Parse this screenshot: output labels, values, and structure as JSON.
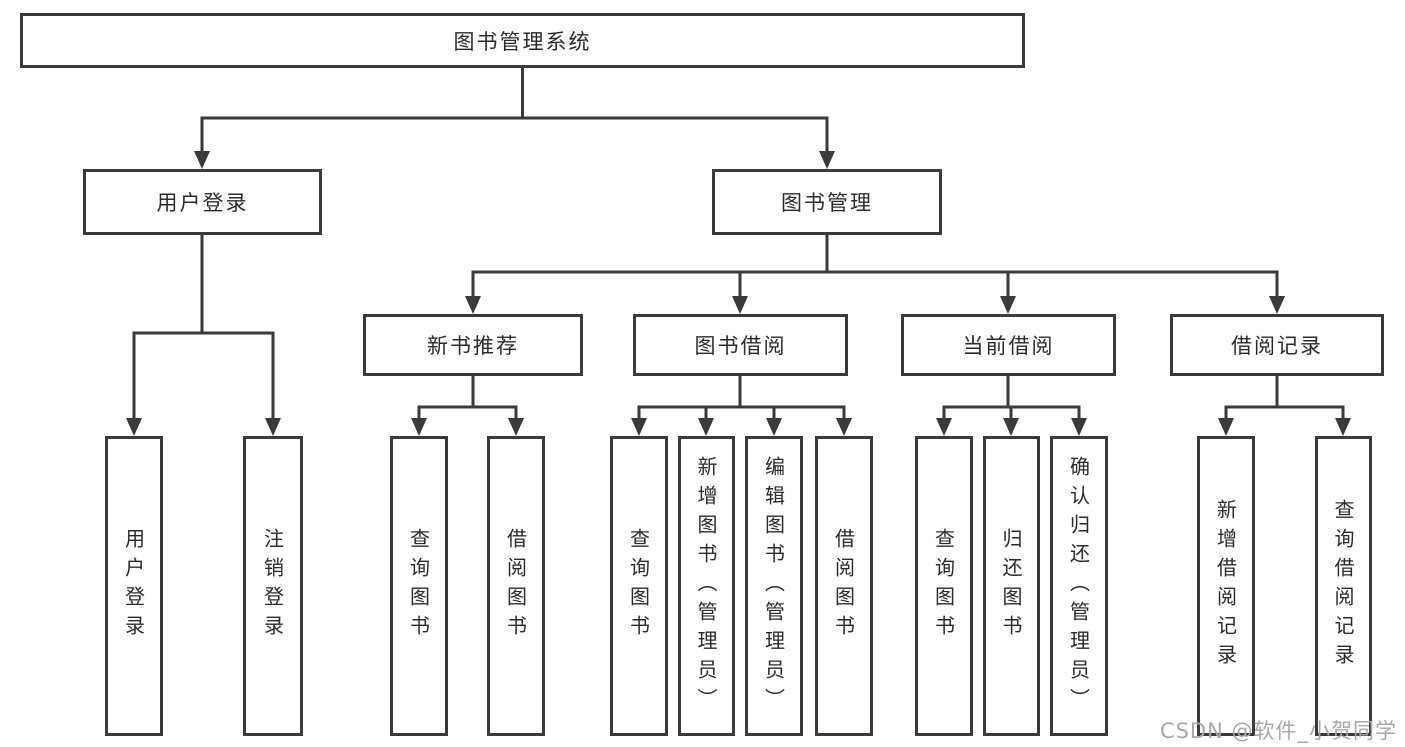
{
  "tree": {
    "root": {
      "label": "图书管理系统"
    },
    "branches": [
      {
        "label": "用户登录",
        "leaves": [
          "用户登录",
          "注销登录"
        ]
      },
      {
        "label": "图书管理",
        "children": [
          {
            "label": "新书推荐",
            "leaves": [
              "查询图书",
              "借阅图书"
            ]
          },
          {
            "label": "图书借阅",
            "leaves": [
              "查询图书",
              "新增图书（管理员）",
              "编辑图书（管理员）",
              "借阅图书"
            ]
          },
          {
            "label": "当前借阅",
            "leaves": [
              "查询图书",
              "归还图书",
              "确认归还（管理员）"
            ]
          },
          {
            "label": "借阅记录",
            "leaves": [
              "新增借阅记录",
              "查询借阅记录"
            ]
          }
        ]
      }
    ]
  },
  "watermark": "CSDN @软件_小贺同学",
  "colors": {
    "line": "#3a3a3a",
    "text": "#2b2b2b",
    "box_background": "#ffffff",
    "watermark": "#a8a8a8",
    "background": "#ffffff"
  }
}
